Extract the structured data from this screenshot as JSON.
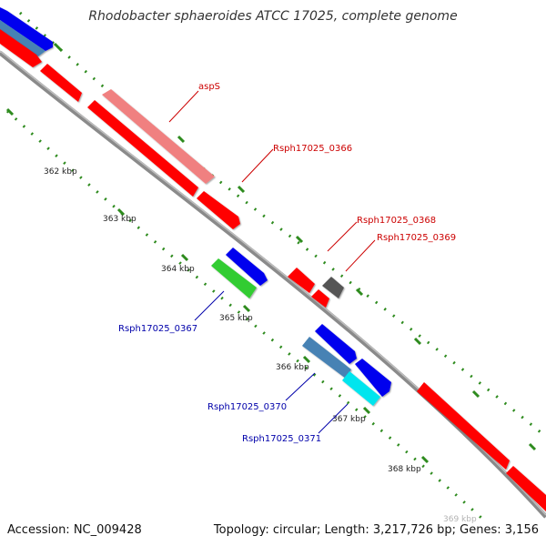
{
  "title": "Rhodobacter sphaeroides ATCC 17025, complete genome",
  "footer": {
    "accession": "Accession: NC_009428",
    "summary": "Topology: circular; Length: 3,217,726 bp; Genes: 3,156"
  },
  "ticks": {
    "kbp_labels": [
      "362 kbp",
      "363 kbp",
      "364 kbp",
      "365 kbp",
      "366 kbp",
      "367 kbp",
      "368 kbp",
      "369 kbp"
    ]
  },
  "genes": {
    "aspS": "aspS",
    "rsph0366": "Rsph17025_0366",
    "rsph0367": "Rsph17025_0367",
    "rsph0368": "Rsph17025_0368",
    "rsph0369": "Rsph17025_0369",
    "rsph0370": "Rsph17025_0370",
    "rsph0371": "Rsph17025_0371"
  },
  "colors": {
    "backbone": "#888888",
    "tick": "#2e8b1e",
    "label_red": "#cc0000",
    "label_blue": "#0000aa",
    "cds_red": "#ff0000",
    "cds_pink": "#f08080",
    "cds_blue": "#0000ee",
    "cds_steel": "#4682b4",
    "cds_green": "#33cc33",
    "cds_cyan": "#00e5ee",
    "cds_gray": "#555555"
  }
}
